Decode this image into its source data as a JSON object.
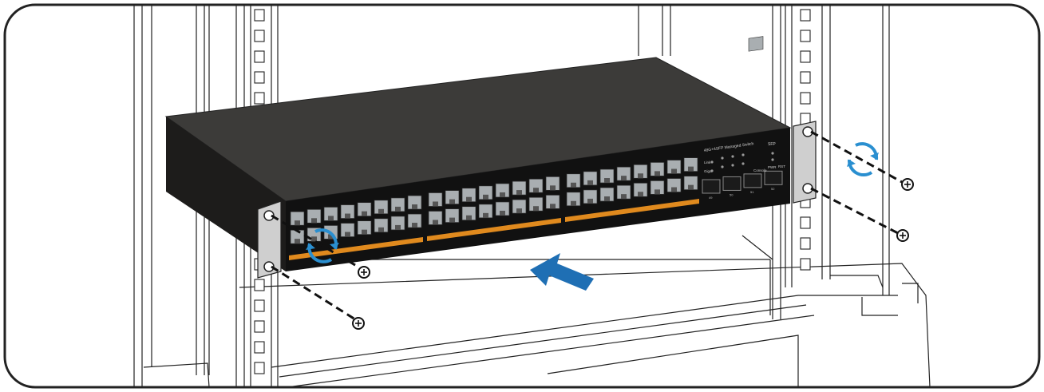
{
  "illustration": {
    "subject": "Rack mounting a managed switch",
    "panel": {
      "model_label": "48G+4SFP Managed Switch",
      "sfp_label": "SFP",
      "console_label": "Console",
      "pwr_label": "PWR",
      "rst_label": "RST",
      "link_label": "Link",
      "giga_label": "Giga",
      "sfp_port_labels": [
        "49",
        "50",
        "51",
        "52"
      ],
      "port_groups": 3,
      "ports_per_group": 16
    },
    "colors": {
      "frame_stroke": "#222222",
      "switch_top": "#3c3b39",
      "switch_front": "#111111",
      "port_fill": "#a9aeb1",
      "accent_strip": "#e08a1e",
      "arrow": "#1f6fb4",
      "rotate_arrow": "#2a8fd0",
      "bracket": "#cfcfcf"
    },
    "icons": [
      "screw-icon",
      "rotate-arrow-icon",
      "push-arrow-icon"
    ]
  }
}
